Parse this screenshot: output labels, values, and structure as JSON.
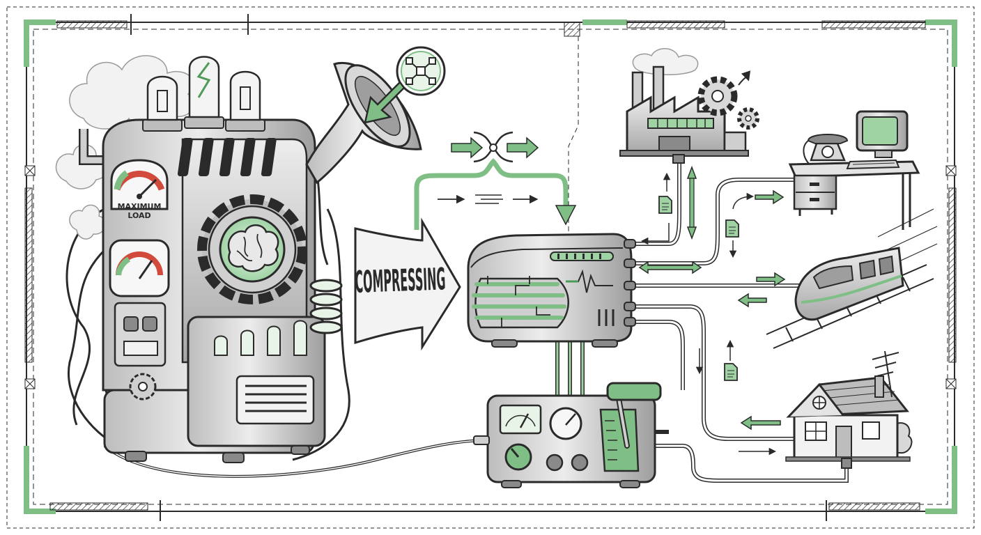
{
  "labels": {
    "gauge_top": "MAXIMUM",
    "gauge_bottom": "LOAD",
    "arrow_text": "COMPRESSING"
  },
  "colors": {
    "accent_green": "#7fbf86",
    "accent_green_dark": "#4e9a58",
    "green_fill_light": "#d4ecd4",
    "gauge_red": "#d24a3b",
    "ink": "#2a2a2a",
    "metal_light": "#e4e4e4",
    "metal_mid": "#c4c4c4",
    "metal_dark": "#8a8a8a"
  },
  "icons": {
    "main_machine": "overloaded-machine-icon",
    "brain": "brain-gear-icon",
    "funnel": "intake-funnel-icon",
    "network_badge": "network-nodes-icon",
    "compressor": "compressor-device-icon",
    "control_panel": "control-panel-icon",
    "factory": "factory-icon",
    "desk": "computer-desk-icon",
    "train": "train-icon",
    "house": "house-icon",
    "document": "document-icon"
  }
}
